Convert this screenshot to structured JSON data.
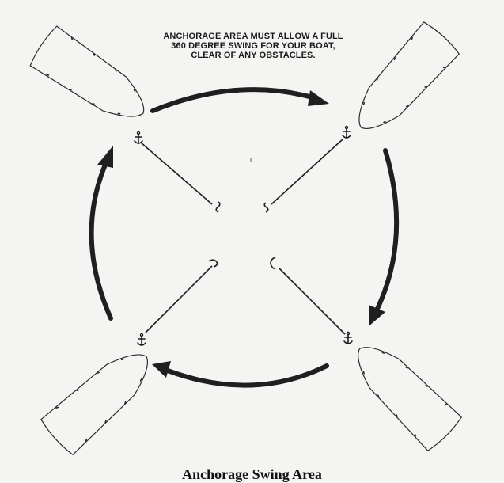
{
  "diagram": {
    "note_lines": [
      "ANCHORAGE AREA MUST ALLOW A FULL",
      "360 DEGREE SWING FOR YOUR BOAT,",
      "CLEAR OF ANY OBSTACLES."
    ],
    "caption": "Anchorage Swing Area",
    "ink_color": "#222222"
  }
}
